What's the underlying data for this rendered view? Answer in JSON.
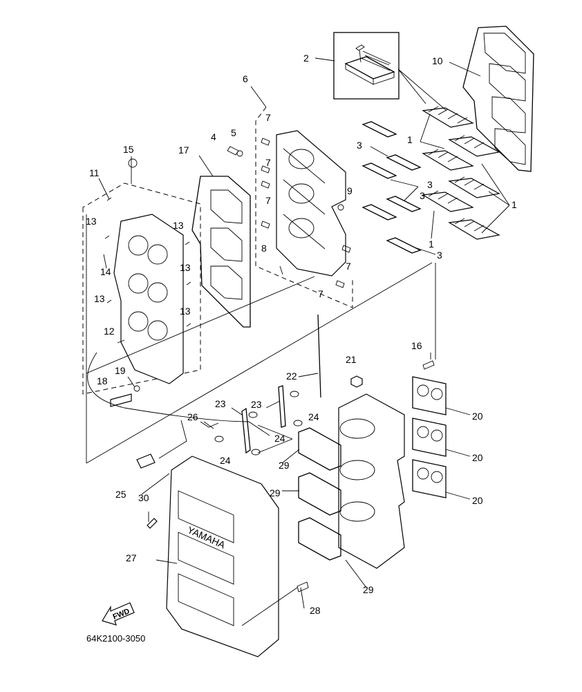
{
  "figure": {
    "code": "64K2100-3050",
    "brand_text": "YAMAHA",
    "fwd_label": "FWD"
  },
  "callouts": [
    {
      "id": "c1a",
      "text": "1"
    },
    {
      "id": "c1b",
      "text": "1"
    },
    {
      "id": "c1c",
      "text": "1"
    },
    {
      "id": "c2",
      "text": "2"
    },
    {
      "id": "c3a",
      "text": "3"
    },
    {
      "id": "c3b",
      "text": "3"
    },
    {
      "id": "c3c",
      "text": "3"
    },
    {
      "id": "c3d",
      "text": "3"
    },
    {
      "id": "c4",
      "text": "4"
    },
    {
      "id": "c5",
      "text": "5"
    },
    {
      "id": "c6",
      "text": "6"
    },
    {
      "id": "c7a",
      "text": "7"
    },
    {
      "id": "c7b",
      "text": "7"
    },
    {
      "id": "c7c",
      "text": "7"
    },
    {
      "id": "c7d",
      "text": "7"
    },
    {
      "id": "c7e",
      "text": "7"
    },
    {
      "id": "c8",
      "text": "8"
    },
    {
      "id": "c9",
      "text": "9"
    },
    {
      "id": "c10",
      "text": "10"
    },
    {
      "id": "c11",
      "text": "11"
    },
    {
      "id": "c12",
      "text": "12"
    },
    {
      "id": "c13a",
      "text": "13"
    },
    {
      "id": "c13b",
      "text": "13"
    },
    {
      "id": "c13c",
      "text": "13"
    },
    {
      "id": "c13d",
      "text": "13"
    },
    {
      "id": "c13e",
      "text": "13"
    },
    {
      "id": "c14",
      "text": "14"
    },
    {
      "id": "c15",
      "text": "15"
    },
    {
      "id": "c16",
      "text": "16"
    },
    {
      "id": "c17",
      "text": "17"
    },
    {
      "id": "c18",
      "text": "18"
    },
    {
      "id": "c19",
      "text": "19"
    },
    {
      "id": "c20a",
      "text": "20"
    },
    {
      "id": "c20b",
      "text": "20"
    },
    {
      "id": "c20c",
      "text": "20"
    },
    {
      "id": "c21",
      "text": "21"
    },
    {
      "id": "c22",
      "text": "22"
    },
    {
      "id": "c23a",
      "text": "23"
    },
    {
      "id": "c23b",
      "text": "23"
    },
    {
      "id": "c24a",
      "text": "24"
    },
    {
      "id": "c24b",
      "text": "24"
    },
    {
      "id": "c24c",
      "text": "24"
    },
    {
      "id": "c25",
      "text": "25"
    },
    {
      "id": "c26",
      "text": "26"
    },
    {
      "id": "c27",
      "text": "27"
    },
    {
      "id": "c28",
      "text": "28"
    },
    {
      "id": "c29a",
      "text": "29"
    },
    {
      "id": "c29b",
      "text": "29"
    },
    {
      "id": "c29c",
      "text": "29"
    },
    {
      "id": "c30",
      "text": "30"
    }
  ]
}
